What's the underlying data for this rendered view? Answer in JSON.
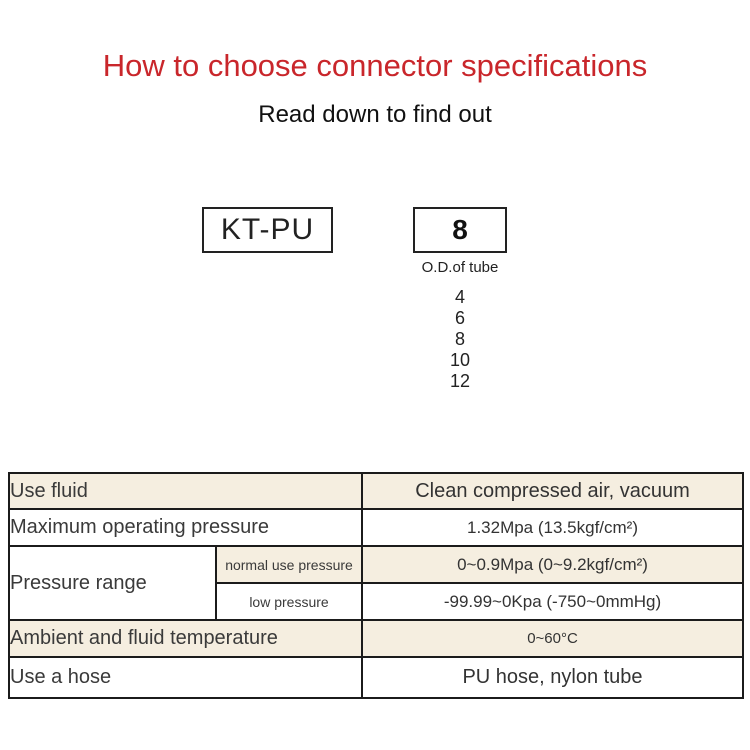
{
  "colors": {
    "accent": "#c9262b",
    "band": "#f5eee0"
  },
  "header": {
    "title": "How to choose connector specifications",
    "subtitle": "Read down to find out"
  },
  "model": {
    "series_code": "KT-PU",
    "size_code": "8",
    "size_caption": "O.D.of tube",
    "size_options": [
      "4",
      "6",
      "8",
      "10",
      "12"
    ]
  },
  "spec_table": {
    "rows": [
      {
        "label": "Use fluid",
        "value": "Clean compressed air, vacuum"
      },
      {
        "label": "Maximum operating pressure",
        "value": "1.32Mpa (13.5kgf/cm²)"
      },
      {
        "label": "Pressure range",
        "sub": "normal use pressure",
        "value": "0~0.9Mpa (0~9.2kgf/cm²)"
      },
      {
        "sub": "low pressure",
        "value": "-99.99~0Kpa (-750~0mmHg)"
      },
      {
        "label": "Ambient and fluid temperature",
        "value": "0~60°C"
      },
      {
        "label": "Use a hose",
        "value": "PU hose, nylon tube"
      }
    ]
  }
}
